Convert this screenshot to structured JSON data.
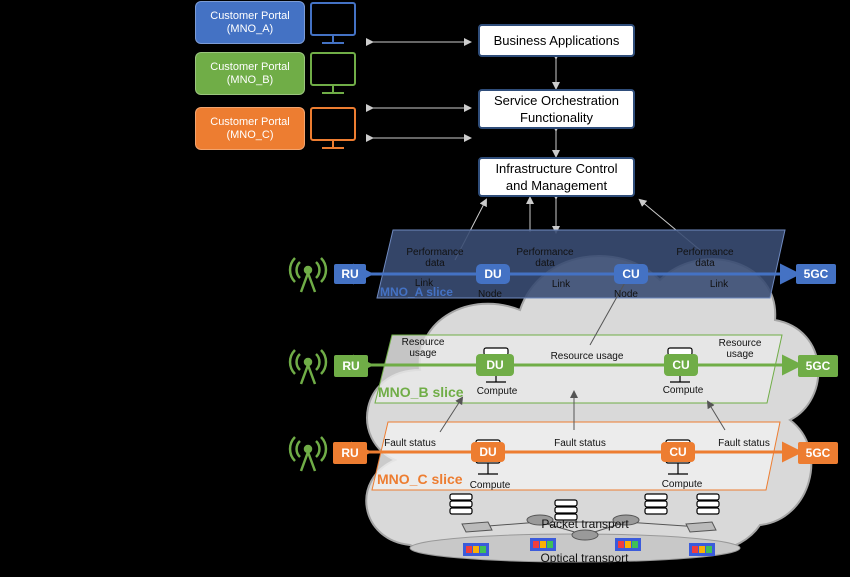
{
  "portals": [
    {
      "line1": "Customer Portal",
      "line2": "(MNO_A)",
      "color": "#4472c4"
    },
    {
      "line1": "Customer Portal",
      "line2": "(MNO_B)",
      "color": "#70ad47"
    },
    {
      "line1": "Customer Portal",
      "line2": "(MNO_C)",
      "color": "#ed7d31"
    }
  ],
  "boxes": {
    "business": "Business Applications",
    "orchestration_1": "Service Orchestration",
    "orchestration_2": "Functionality",
    "infra_1": "Infrastructure Control",
    "infra_2": "and Management"
  },
  "slice_a": {
    "ru": "RU",
    "du": "DU",
    "cu": "CU",
    "core": "5GC",
    "perf1": "Performance",
    "perf2": "data",
    "link": "Link",
    "node": "Node",
    "name": "MNO_A slice"
  },
  "slice_b": {
    "ru": "RU",
    "du": "DU",
    "cu": "CU",
    "core": "5GC",
    "res1": "Resource",
    "res2": "usage",
    "res_center": "Resource usage",
    "compute": "Compute",
    "name": "MNO_B slice"
  },
  "slice_c": {
    "ru": "RU",
    "du": "DU",
    "cu": "CU",
    "core": "5GC",
    "fault": "Fault status",
    "compute": "Compute",
    "name": "MNO_C slice"
  },
  "transport": {
    "packet": "Packet transport",
    "optical": "Optical transport"
  },
  "colors": {
    "blue": "#4472c4",
    "green": "#70ad47",
    "orange": "#ed7d31",
    "box_border": "#2f4d7a"
  }
}
